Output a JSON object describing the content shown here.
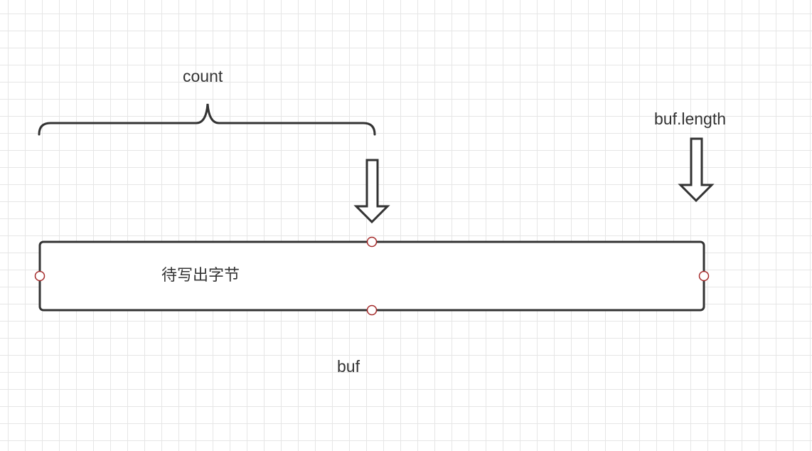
{
  "labels": {
    "count": "count",
    "buf_length": "buf.length",
    "pending_bytes": "待写出字节",
    "buf": "buf"
  },
  "colors": {
    "stroke": "#333333",
    "handle": "#a52a2a",
    "grid": "#e6e6e6",
    "background": "#ffffff"
  }
}
